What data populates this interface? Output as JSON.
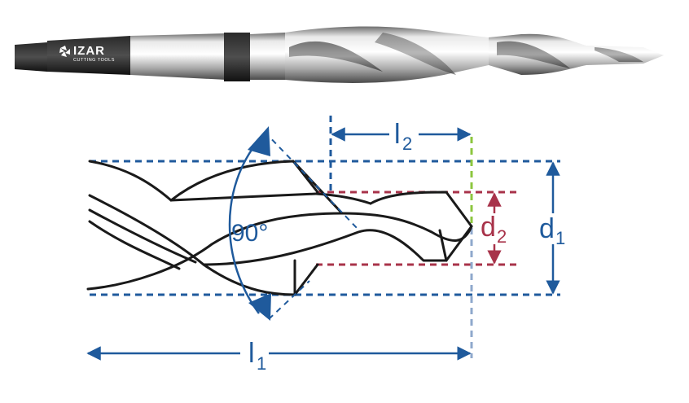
{
  "brand": {
    "name": "IZAR",
    "tagline": "CUTTING TOOLS"
  },
  "labels": {
    "angle": "90°",
    "l1": {
      "main": "l",
      "sub": "1"
    },
    "l2": {
      "main": "l",
      "sub": "2"
    },
    "d1": {
      "main": "d",
      "sub": "1"
    },
    "d2": {
      "main": "d",
      "sub": "2"
    }
  },
  "colors": {
    "dimension_blue": "#1f5a9c",
    "step_red": "#a8334a",
    "tip_green": "#8cc63f",
    "tool_outline": "#1a1a1a"
  }
}
